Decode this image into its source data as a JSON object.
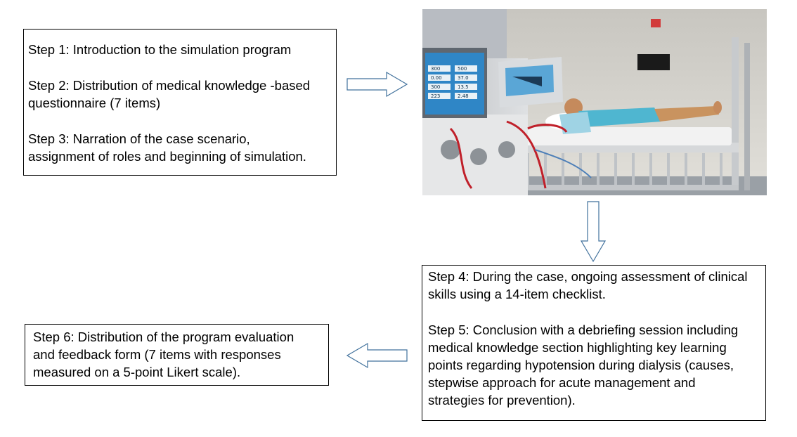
{
  "steps": {
    "step1": "Step 1: Introduction to the simulation program",
    "step2": "Step 2: Distribution of medical knowledge -based\nquestionnaire (7 items)",
    "step3": "Step 3: Narration of the case scenario,\nassignment of roles and beginning of simulation.",
    "step4": "Step 4: During the case, ongoing assessment of clinical\nskills using a 14-item checklist.",
    "step5": "Step 5: Conclusion with a debriefing session including\nmedical knowledge section highlighting key learning\npoints regarding hypotension during dialysis (causes,\nstepwise approach for acute management and\nstrategies for prevention).",
    "step6": "Step 6: Distribution of the program evaluation\nand feedback form (7 items with responses\nmeasured on a 5-point Likert scale)."
  },
  "monitor": {
    "readouts": [
      "300",
      "500",
      "0.00",
      "37.0",
      "300",
      "13.5",
      "223",
      "2.48"
    ]
  },
  "colors": {
    "arrow_stroke": "#41719c",
    "box_border": "#000000",
    "bloodline": "#c0202a",
    "gown": "#4fb6d0"
  }
}
